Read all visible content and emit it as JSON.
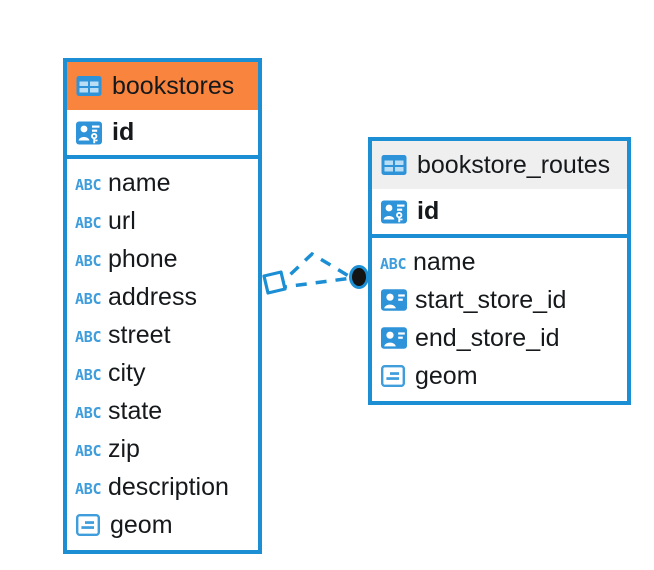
{
  "diagram": {
    "kind": "entity-relationship-diagram",
    "background_color": "#FFFFFF",
    "accent_color": "#1C8FD4",
    "highlight_color": "#F8843E",
    "neutral_header_color": "#EFEFEF",
    "text_color": "#16191C"
  },
  "entities": [
    {
      "name": "bookstores",
      "header_icon": "table-icon",
      "header_style": "accent-orange",
      "primary_key": {
        "label": "id",
        "icon": "primary-key-icon",
        "type": "pk"
      },
      "fields": [
        {
          "label": "name",
          "icon": "abc-text-icon",
          "type": "text"
        },
        {
          "label": "url",
          "icon": "abc-text-icon",
          "type": "text"
        },
        {
          "label": "phone",
          "icon": "abc-text-icon",
          "type": "text"
        },
        {
          "label": "address",
          "icon": "abc-text-icon",
          "type": "text"
        },
        {
          "label": "street",
          "icon": "abc-text-icon",
          "type": "text"
        },
        {
          "label": "city",
          "icon": "abc-text-icon",
          "type": "text"
        },
        {
          "label": "state",
          "icon": "abc-text-icon",
          "type": "text"
        },
        {
          "label": "zip",
          "icon": "abc-text-icon",
          "type": "text"
        },
        {
          "label": "description",
          "icon": "abc-text-icon",
          "type": "text"
        },
        {
          "label": "geom",
          "icon": "geometry-icon",
          "type": "geometry"
        }
      ]
    },
    {
      "name": "bookstore_routes",
      "header_icon": "table-icon",
      "header_style": "accent-grey",
      "primary_key": {
        "label": "id",
        "icon": "primary-key-icon",
        "type": "pk"
      },
      "fields": [
        {
          "label": "name",
          "icon": "abc-text-icon",
          "type": "text"
        },
        {
          "label": "start_store_id",
          "icon": "foreign-key-icon",
          "type": "fk"
        },
        {
          "label": "end_store_id",
          "icon": "foreign-key-icon",
          "type": "fk"
        },
        {
          "label": "geom",
          "icon": "geometry-icon",
          "type": "geometry"
        }
      ]
    }
  ],
  "relationships": [
    {
      "from_entity": "bookstores",
      "to_entity": "bookstore_routes",
      "line_style": "dashed",
      "line_color": "#1C8FD4",
      "source_marker": "rhombus-marker",
      "target_marker": "filled-circle-marker",
      "branches": 2
    }
  ]
}
